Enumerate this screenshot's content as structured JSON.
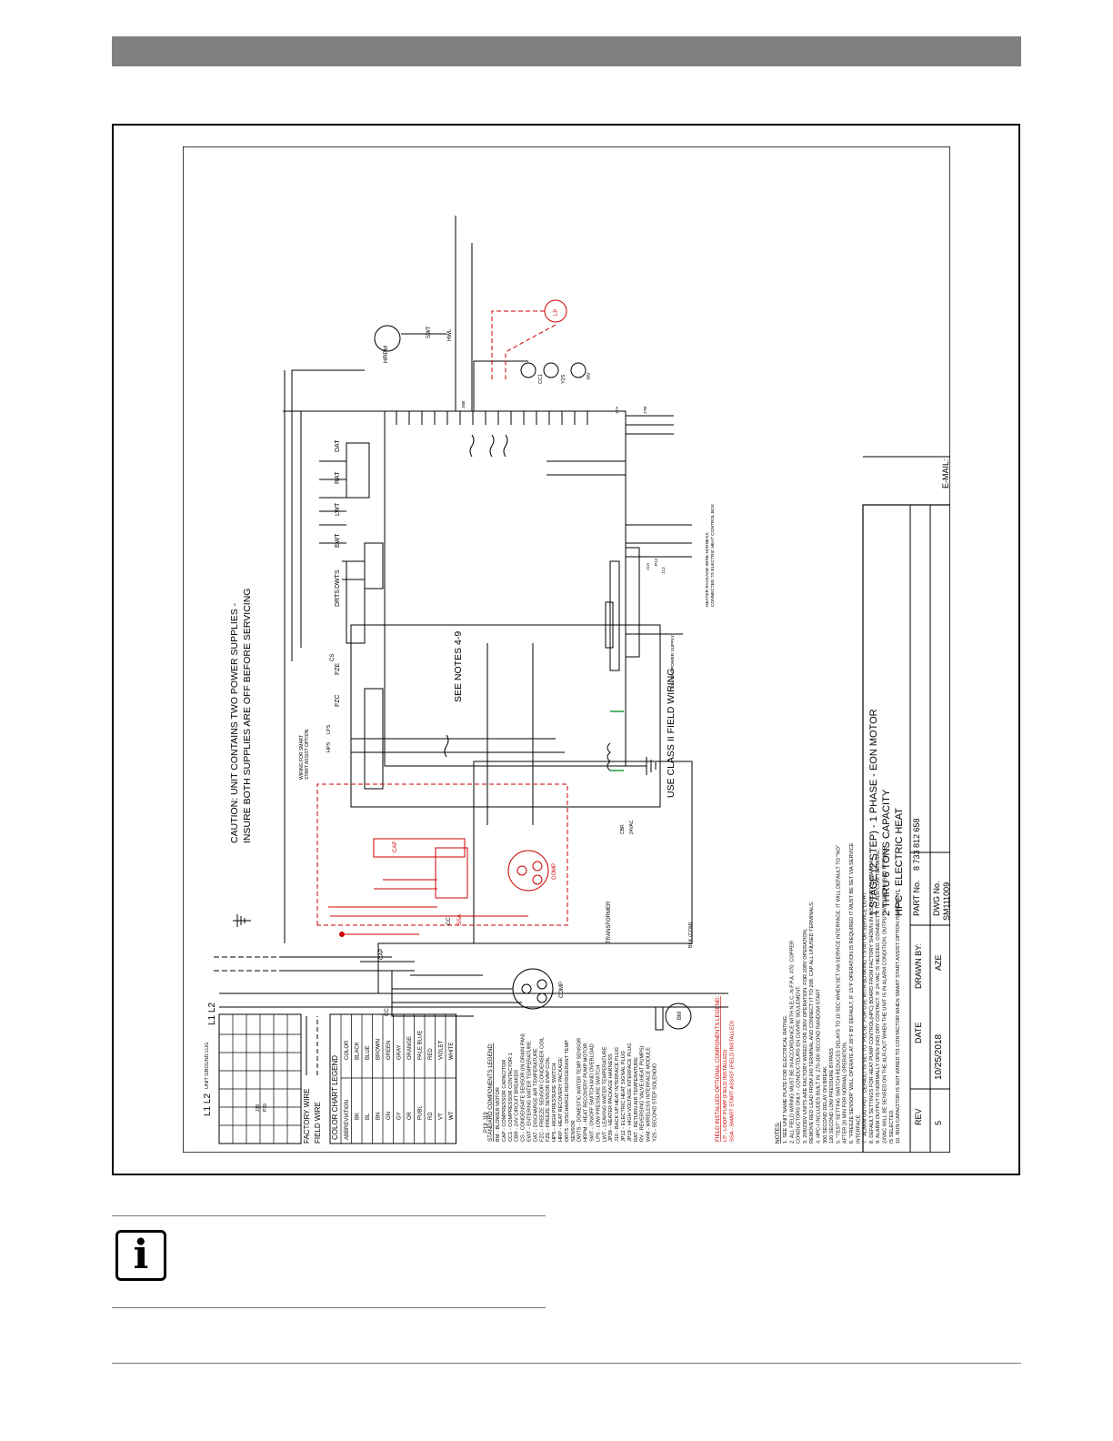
{
  "caution": [
    "CAUTION: UNIT CONTAINS TWO POWER SUPPLIES -",
    "INSURE BOTH SUPPLIES ARE OFF BEFORE SERVICING"
  ],
  "see_notes": "SEE NOTES 4-9",
  "class2_field": "USE CLASS II FIELD WIRING",
  "class2_supply": "CLASS II POWER SUPPLY",
  "smart_start_label": [
    "WIRING FOR SMART",
    "START ASSIST OPTION"
  ],
  "heater_pkg": [
    "HEATER PACKAGE WIRE HARNESS",
    "CONNECTED TO ELECTRIC HEAT CONTROL BOX"
  ],
  "power_labels": {
    "l1l2_top": "L1 L2",
    "l1l2_left": "L1 L2",
    "ground": "UNIT GROUND LUG",
    "transformer": "TRANSFORMER",
    "blk_com": "BLK (COM)",
    "vac": "24VAC",
    "cbr": "CBR"
  },
  "title_block": {
    "line1": "1 STAGE (2 STEP) - 1 PHASE - EON MOTOR",
    "line2": "2 THRU 6 TONS CAPACITY",
    "line3": "HPC - ELECTRIC HEAT",
    "part_label": "PART No.",
    "part_value": "8 733 812 658",
    "dwg_label": "DWG No.",
    "dwg_value": "SM111009",
    "drawn_label": "DRAWN BY:",
    "drawn_value": "AZE",
    "date_label": "DATE",
    "date_value": "10/25/2018",
    "rev_label": "REV",
    "rev_value": "5",
    "email_label": "E-MAIL:"
  },
  "wire_legend": {
    "factory": "FACTORY WIRE",
    "field": "FIELD WIRE"
  },
  "color_chart": {
    "title": "COLOR CHART LEGEND",
    "headers": [
      "ABBREVIATION",
      "COLOR"
    ],
    "rows": [
      [
        "BK",
        "BLACK"
      ],
      [
        "BL",
        "BLUE"
      ],
      [
        "BN",
        "BROWN"
      ],
      [
        "GN",
        "GREEN"
      ],
      [
        "GY",
        "GRAY"
      ],
      [
        "OR",
        "ORANGE"
      ],
      [
        "PUBL",
        "PALE BLUE"
      ],
      [
        "RD",
        "RED"
      ],
      [
        "VT",
        "VIOLET"
      ],
      [
        "WT",
        "WHITE"
      ]
    ]
  },
  "standard_legend": {
    "title": "STANDARD COMPONENTS LEGEND:",
    "items": [
      "BM - BLOWER MOTOR",
      "CAP - COMPRESSOR CAPACITOR",
      "CC1 - COMPRESSOR CONTACTOR 1",
      "CBR - 24V CIRCUIT BREAKER",
      "CS - CONDENSATE SENSOR (IN DRAIN PAN)",
      "EWT - ENTERING WATER TEMPERATURE",
      "DAT - DISCHARGE AIR TEMPERATURE",
      "FZC - FREEZE SENSOR CONDENSER COIL",
      "FZE - FREEZE SENSOR EVAP COIL",
      "HPS - HIGH PRESSURE SWITCH",
      "HRP - HEAT RECOVERY PACKAGE:",
      "DRTS - DISCHARGE REFRIGERANT TEMP",
      "SENSOR",
      "DWTS - DOMESTIC WATER TEMP SENSOR",
      "HRPM - HEAT RECOVERY PUMP MOTOR",
      "SWT - ON/OFF SWITCH AND OVERLOAD",
      "LPS - LOW PRESSURE SWITCH",
      "LWT - LEAVING WATER TEMPERATURE",
      "JP39 - HEATER PACKAGE HARNESS",
      "J10 - BACK UP HEAT INTERFACE PLUG",
      "JP12 - ELECTRIC HEAT SIGNAL PLUG",
      "JP19 - HIGH VOLTAGE INTERFACE PLUG",
      "RAT - RETURN AIR TEMPERATURE",
      "RV - REVERSING VALVE (HEAT PUMPS)",
      "WIM - WIRELESS INTERFACE MODULE",
      "Y2S - SECOND STEP SOLENOID"
    ]
  },
  "optional_legend": {
    "title": "FIELD INSTALLED OPTIONAL COMPONENTS LEGEND:",
    "items": [
      "LP - LOOP PUMP (FIELD INSTALLED)",
      "SSA - SMART START ASSIST (FIELD INSTALLED)"
    ]
  },
  "notes": {
    "title": "NOTES:",
    "items": [
      "1. SEE UNIT NAME PLATE FOR ELECTRICAL RATING.",
      "2. ALL FIELD WIRING MUST BE IN ACCORDANCE WITH N.E.C.-N.F.P.A. #70. COPPER",
      "CONDUCTORS ONLY - CONDUCTEURS EN CUIVRE SEULEMENT.",
      "3. 208/230V UNITS ARE FACTORY WIRED FOR 230V OPERATION. FOR 208V OPERATION,",
      "REMOVE RED LEAD FROM 240 TERMINAL AND CONNECT IT TO 208. CAP ALL UNUSED TERMINALS.",
      "4. HPC-I INCLUDES BUILT IN: 270-300 SECOND RANDOM START",
      "300 SECOND DELAY ON BREAK",
      "120 SECOND LOW PRESSURE BYPASS",
      "5. \"TEST\" SETTING SWITCH REDUCES DELAYS TO 10 SEC WHEN SET VIA SERVICE INTERFACE. IT WILL DEFAULT TO \"NO\"",
      "AFTER 20 MIN FOR NORMAL OPERATION.",
      "6. \"FREEZE SENSOR\" WILL OPERATE AT 26°F BY DEFAULT, IF 15°F OPERATION IS REQUIRED IT MUST BE SET VIA SERVICE",
      "INTERFACE.",
      "7. \"ALARM OUTPUT\" DEFAULT IS SET TO \"PULSE\" FOR USE WITH BLINKING T-STAT OR SERVICE LIGHT.",
      "8. DEFAULT SETTINGS FOR HEAT PUMP CONTROL(HPC) BOARD FROM FACTORY SHOWN IN INSTALLATION MANUAL.",
      "9. ALARM OUTPUT IS NORMALLY OPEN (NO) DRY CONTACT. IF 24 VAC IS NEEDED, CONNECT R TO ALR-COM TERMINAL,",
      "24VAC WILL BE SENSED ON THE ALR-OUT WHEN THE UNIT IS IN ALARM CONDITION. OUTPUT WILL BE PULSED IF PULSE",
      "IS SELECTED.",
      "10. RUN CAPACITOR IS NOT WIRED TO CONTACTOR WHEN SMART START ASSIST OPTION IS PRESENT."
    ]
  },
  "components": {
    "hrpm": "HRPM",
    "swt": "SWT",
    "hwl": "HWL",
    "lp": "LP",
    "bm": "BM",
    "comp": "COMP",
    "cap": "CAP",
    "cc": "CC",
    "ssa": "SSA",
    "cc1": "CC1",
    "y2s": "Y2S",
    "rv": "RV",
    "dat": "DAT",
    "rat": "RAT",
    "lwt": "LWT",
    "ewt": "EWT",
    "drts": "DRTS",
    "dwts": "DWTS",
    "fze": "FZE",
    "fzc": "FZC",
    "cs": "CS",
    "lps": "LPS",
    "hps": "HPS",
    "j19": "J19",
    "p19": "P19",
    "j39": "J39",
    "p39": "P39",
    "j10": "J10",
    "p12": "P12",
    "j12": "J12",
    "j7a": "J7A",
    "j7b": "J7B",
    "j6b": "J6B"
  },
  "colors": {
    "factory": "#000000",
    "field_option": "#cc0000",
    "header_bar": "#808080",
    "green_marker": "#1a9a3a"
  }
}
